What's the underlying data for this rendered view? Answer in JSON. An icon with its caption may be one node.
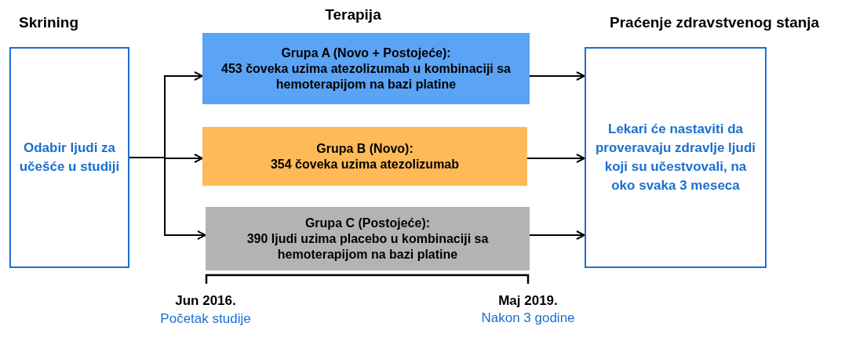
{
  "diagram": {
    "nodes": [
      {
        "text": [
          "Skrining",
          "Odabir ljudi za učešće u studiji"
        ]
      },
      {
        "text": [
          "Grupa A (Novo + Postojeće):",
          "453 čoveka uzima atezolizumab u kombinaciji sa hemoterapijom na bazi platine"
        ]
      },
      {
        "text": [
          "Grupa B (Novo):",
          "354 čoveka uzima atezolizumab"
        ]
      },
      {
        "text": [
          "Grupa C (Postojeće):",
          "390 ljudi uzima placebo u kombinaciji sa hemoterapijom na bazi platine"
        ]
      },
      {
        "text": [
          "Praćenje zdravstvenog stanja",
          "Lekari će nastaviti da proveravaju zdravlje ljudi koji su učestvovali, na oko svaka 3 meseca"
        ]
      }
    ],
    "edges": [
      {
        "from": 0,
        "to": 1,
        "arrow": "to"
      },
      {
        "from": 0,
        "to": 2,
        "arrow": "to"
      },
      {
        "from": 0,
        "to": 3,
        "arrow": "to"
      },
      {
        "from": 1,
        "to": 4,
        "arrow": "to"
      },
      {
        "from": 2,
        "to": 4,
        "arrow": "to"
      },
      {
        "from": 3,
        "to": 4,
        "arrow": "to"
      }
    ],
    "labels": [
      "Terapija",
      "Jun 2016.",
      "Početak studije",
      "Maj 2019.",
      "Nakon 3 godine"
    ]
  }
}
